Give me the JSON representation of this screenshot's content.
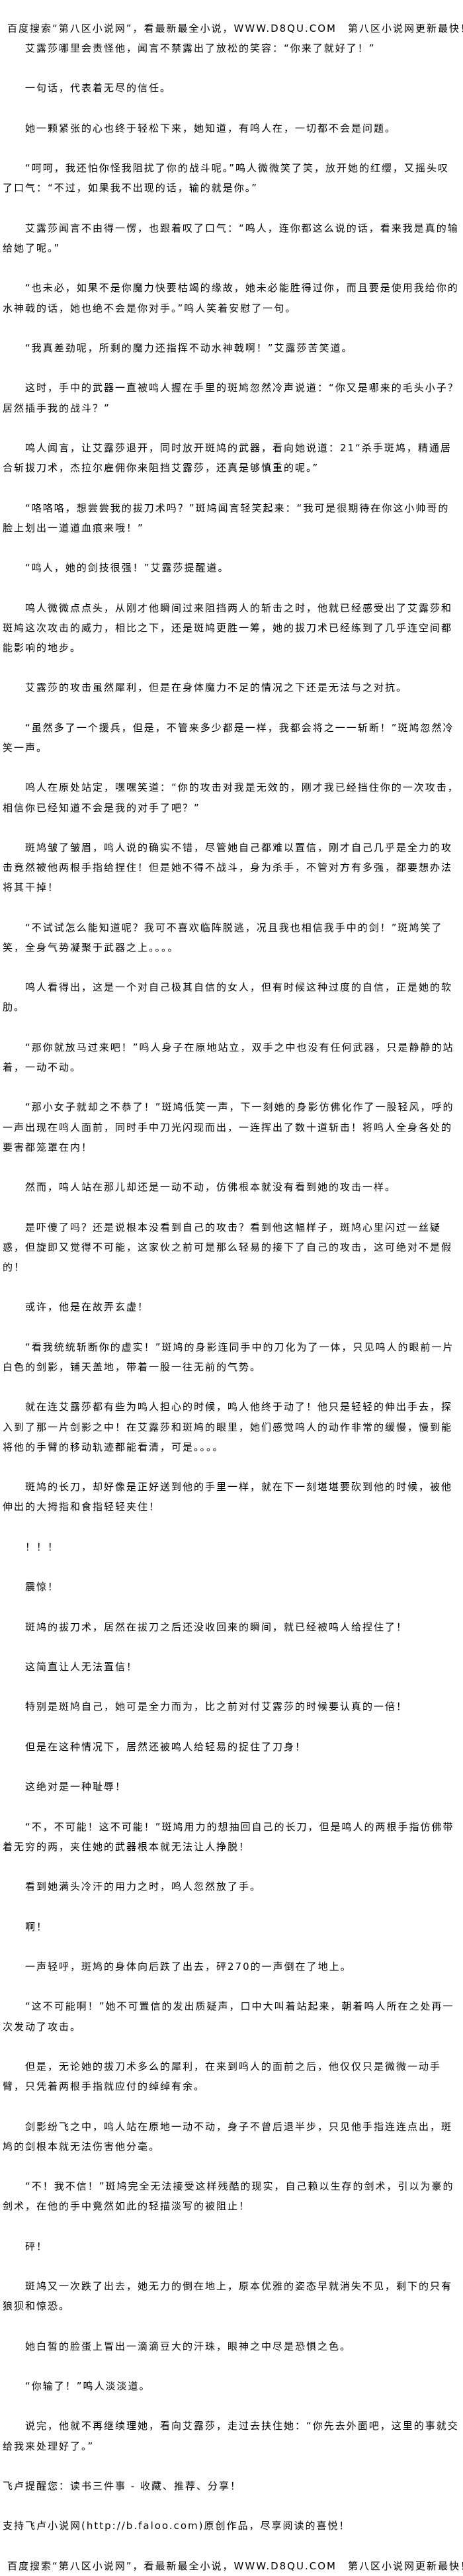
{
  "banner": "百度搜索“第八区小说网”，看最新最全小说，WWW.D8QU.COM　第八区小说网更新最快！",
  "paragraphs": [
    {
      "text": "艾露莎哪里会责怪他，闻言不禁露出了放松的笑容：“你来了就好了！”",
      "indent": true
    },
    {
      "text": "一句话，代表着无尽的信任。",
      "indent": true
    },
    {
      "text": "她一颗紧张的心也终于轻松下来，她知道，有鸣人在，一切都不会是问题。",
      "indent": true
    },
    {
      "text": "“呵呵，我还怕你怪我阻扰了你的战斗呢。”鸣人微微笑了笑，放开她的红缨，又摇头叹了口气：“不过，如果我不出现的话，输的就是你。”",
      "indent": true
    },
    {
      "text": "艾露莎闻言不由得一愣，也跟着叹了口气：“鸣人，连你都这么说的话，看来我是真的输给她了呢。”",
      "indent": true
    },
    {
      "text": "“也未必，如果不是你魔力快要枯竭的缘故，她未必能胜得过你，而且要是使用我给你的水神戟的话，她也绝不会是你对手。”鸣人笑着安慰了一句。",
      "indent": true
    },
    {
      "text": "“我真差劲呢，所剩的魔力还指挥不动水神戟啊！”艾露莎苦笑道。",
      "indent": true
    },
    {
      "text": "这时，手中的武器一直被鸣人握在手里的斑鸠忽然冷声说道：“你又是哪来的毛头小子？居然插手我的战斗？”",
      "indent": true
    },
    {
      "text": "鸣人闻言，让艾露莎退开，同时放开斑鸠的武器，看向她说道：21“杀手斑鸠，精通居合斩拔刀术，杰拉尔雇佣你来阻挡艾露莎，还真是够慎重的呢。”",
      "indent": true
    },
    {
      "text": "“咯咯咯，想尝尝我的拔刀术吗？”斑鸠闻言轻笑起来：“我可是很期待在你这小帅哥的脸上划出一道道血痕来哦！”",
      "indent": true
    },
    {
      "text": "“鸣人，她的剑技很强！”艾露莎提醒道。",
      "indent": true
    },
    {
      "text": "鸣人微微点点头，从刚才他瞬间过来阻挡两人的斩击之时，他就已经感受出了艾露莎和斑鸠这次攻击的威力，相比之下，还是斑鸠更胜一筹，她的拔刀术已经练到了几乎连空间都能影响的地步。",
      "indent": true
    },
    {
      "text": "艾露莎的攻击虽然犀利，但是在身体魔力不足的情况之下还是无法与之对抗。",
      "indent": true
    },
    {
      "text": "“虽然多了一个援兵，但是，不管来多少都是一样，我都会将之一一斩断！”斑鸠忽然冷笑一声。",
      "indent": true
    },
    {
      "text": "鸣人在原处站定，嘿嘿笑道：“你的攻击对我是无效的，刚才我已经挡住你的一次攻击，相信你已经知道不会是我的对手了吧？”",
      "indent": true
    },
    {
      "text": "斑鸠皱了皱眉，鸣人说的确实不错，尽管她自己都难以置信，刚才自己几乎是全力的攻击竟然被他两根手指给捏住！但是她不得不战斗，身为杀手，不管对方有多强，都要想办法将其干掉！",
      "indent": true
    },
    {
      "text": "“不试试怎么能知道呢？我可不喜欢临阵脱逃，况且我也相信我手中的剑！”斑鸠笑了笑，全身气势凝聚于武器之上。。。。",
      "indent": true
    },
    {
      "text": "鸣人看得出，这是一个对自己极其自信的女人，但有时候这种过度的自信，正是她的软肋。",
      "indent": true
    },
    {
      "text": "“那你就放马过来吧！”鸣人身子在原地站立，双手之中也没有任何武器，只是静静的站着，一动不动。",
      "indent": true
    },
    {
      "text": "“那小女子就却之不恭了！”斑鸠低笑一声，下一刻她的身影仿佛化作了一股轻风，呼的一声出现在鸣人面前，同时手中刀光闪现而出，一连挥出了数十道斩击！将鸣人全身各处的要害都笼罩在内！",
      "indent": true
    },
    {
      "text": "然而，鸣人站在那儿却还是一动不动，仿佛根本就没有看到她的攻击一样。",
      "indent": true
    },
    {
      "text": "是吓傻了吗？还是说根本没看到自己的攻击？看到他这幅样子，斑鸠心里闪过一丝疑惑，但旋即又觉得不可能，这家伙之前可是那么轻易的接下了自己的攻击，这可绝对不是假的！",
      "indent": true
    },
    {
      "text": "或许，他是在故弄玄虚！",
      "indent": true
    },
    {
      "text": "“看我统统斩断你的虚实！”斑鸠的身影连同手中的刀化为了一体，只见鸣人的眼前一片白色的剑影，铺天盖地，带着一股一往无前的气势。",
      "indent": true
    },
    {
      "text": "就在连艾露莎都有些为鸣人担心的时候，鸣人他终于动了！他只是轻轻的伸出手去，探入到了那一片剑影之中！在艾露莎和斑鸠的眼里，她们感觉鸣人的动作非常的缓慢，慢到能将他的手臂的移动轨迹都能看清，可是。。。。",
      "indent": true
    },
    {
      "text": "斑鸠的长刀，却好像是正好送到他的手里一样，就在下一刻堪堪要砍到他的时候，被他伸出的大拇指和食指轻轻夹住！",
      "indent": true
    },
    {
      "text": "！！！",
      "indent": true
    },
    {
      "text": "震惊！",
      "indent": true
    },
    {
      "text": "斑鸠的拔刀术，居然在拔刀之后还没收回来的瞬间，就已经被鸣人给捏住了！",
      "indent": true
    },
    {
      "text": "这简直让人无法置信！",
      "indent": true
    },
    {
      "text": "特别是斑鸠自己，她可是全力而为，比之前对付艾露莎的时候要认真的一倍！",
      "indent": true
    },
    {
      "text": "但是在这种情况下，居然还被鸣人给轻易的捉住了刀身！",
      "indent": true
    },
    {
      "text": "这绝对是一种耻辱！",
      "indent": true
    },
    {
      "text": "“不，不可能！这不可能！”斑鸠用力的想抽回自己的长刀，但是鸣人的两根手指仿佛带着无穷的两，夹住她的武器根本就无法让人挣脱！",
      "indent": true
    },
    {
      "text": "看到她满头冷汗的用力之时，鸣人忽然放了手。",
      "indent": true
    },
    {
      "text": "啊！",
      "indent": true
    },
    {
      "text": "一声轻呼，斑鸠的身体向后跌了出去，砰270的一声倒在了地上。",
      "indent": true
    },
    {
      "text": "“这不可能啊！”她不可置信的发出质疑声，口中大叫着站起来，朝着鸣人所在之处再一次发动了攻击。",
      "indent": true
    },
    {
      "text": "但是，无论她的拔刀术多么的犀利，在来到鸣人的面前之后，他仅仅只是微微一动手臂，只凭着两根手指就应付的绰绰有余。",
      "indent": true
    },
    {
      "text": "剑影纷飞之中，鸣人站在原地一动不动，身子不曾后退半步，只见他手指连连点出，斑鸠的剑根本就无法伤害他分毫。",
      "indent": true
    },
    {
      "text": "“不！我不信！”斑鸠完全无法接受这样残酷的现实，自己赖以生存的剑术，引以为豪的剑术，在他的手中竟然如此的轻描淡写的被阻止！",
      "indent": true
    },
    {
      "text": "砰！",
      "indent": true
    },
    {
      "text": "斑鸠又一次跌了出去，她无力的倒在地上，原本优雅的姿态早就消失不见，剩下的只有狼狈和惊恐。",
      "indent": true
    },
    {
      "text": "她白皙的脸蛋上冒出一滴滴豆大的汗珠，眼神之中尽是恐惧之色。",
      "indent": true
    },
    {
      "text": "“你输了！”鸣人淡淡道。",
      "indent": true
    },
    {
      "text": "说完，他就不再继续理她，看向艾露莎，走过去扶住她：“你先去外面吧，这里的事就交给我来处理好了。”",
      "indent": true
    },
    {
      "text": "飞卢提醒您：读书三件事 - 收藏、推荐、分享！",
      "indent": false
    },
    {
      "text": "支持飞卢小说网(http://b.faloo.com)原创作品，尽享阅读的喜悦！",
      "indent": false
    }
  ]
}
